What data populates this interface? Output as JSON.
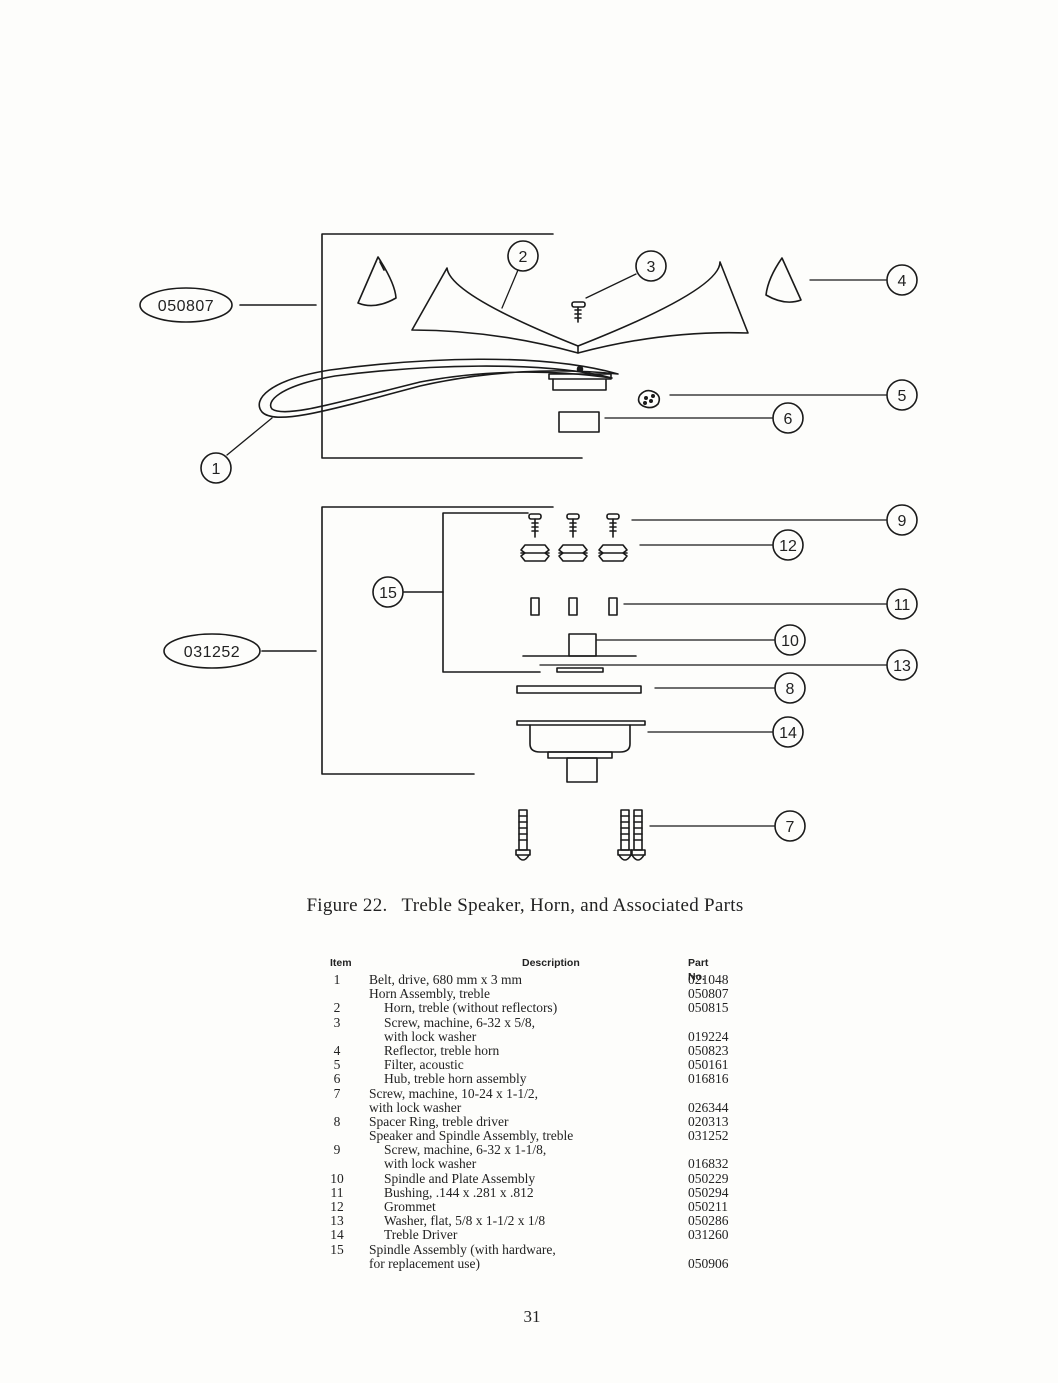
{
  "figure": {
    "number": "Figure 22.",
    "title": "Treble Speaker, Horn, and Associated Parts",
    "assembly_labels": [
      "050807",
      "031252"
    ],
    "callouts": [
      "1",
      "2",
      "3",
      "4",
      "5",
      "6",
      "7",
      "8",
      "9",
      "10",
      "11",
      "12",
      "13",
      "14",
      "15"
    ]
  },
  "table": {
    "headers": {
      "item": "Item",
      "description": "Description",
      "part_no": "Part No."
    },
    "rows": [
      {
        "item": "1",
        "description": "Belt, drive, 680 mm x 3 mm",
        "part_no": "021048",
        "indent": false
      },
      {
        "item": "",
        "description": "Horn Assembly, treble",
        "part_no": "050807",
        "indent": false
      },
      {
        "item": "2",
        "description": "Horn, treble (without reflectors)",
        "part_no": "050815",
        "indent": true
      },
      {
        "item": "3",
        "description": "Screw, machine, 6-32 x 5/8,",
        "part_no": "",
        "indent": true
      },
      {
        "item": "",
        "description": "with lock washer",
        "part_no": "019224",
        "indent": true
      },
      {
        "item": "4",
        "description": "Reflector, treble horn",
        "part_no": "050823",
        "indent": true
      },
      {
        "item": "5",
        "description": "Filter, acoustic",
        "part_no": "050161",
        "indent": true
      },
      {
        "item": "6",
        "description": "Hub, treble horn assembly",
        "part_no": "016816",
        "indent": true
      },
      {
        "item": "7",
        "description": "Screw, machine, 10-24 x 1-1/2,",
        "part_no": "",
        "indent": false
      },
      {
        "item": "",
        "description": "with lock washer",
        "part_no": "026344",
        "indent": false
      },
      {
        "item": "8",
        "description": "Spacer Ring, treble driver",
        "part_no": "020313",
        "indent": false
      },
      {
        "item": "",
        "description": "Speaker and Spindle Assembly, treble",
        "part_no": "031252",
        "indent": false
      },
      {
        "item": "9",
        "description": "Screw, machine, 6-32 x 1-1/8,",
        "part_no": "",
        "indent": true
      },
      {
        "item": "",
        "description": "with lock washer",
        "part_no": "016832",
        "indent": true
      },
      {
        "item": "10",
        "description": "Spindle and Plate Assembly",
        "part_no": "050229",
        "indent": true
      },
      {
        "item": "11",
        "description": "Bushing, .144 x .281 x .812",
        "part_no": "050294",
        "indent": true
      },
      {
        "item": "12",
        "description": "Grommet",
        "part_no": "050211",
        "indent": true
      },
      {
        "item": "13",
        "description": "Washer, flat, 5/8 x 1-1/2 x 1/8",
        "part_no": "050286",
        "indent": true
      },
      {
        "item": "14",
        "description": "Treble Driver",
        "part_no": "031260",
        "indent": true
      },
      {
        "item": "15",
        "description": "Spindle Assembly (with hardware,",
        "part_no": "",
        "indent": false
      },
      {
        "item": "",
        "description": "for replacement use)",
        "part_no": "050906",
        "indent": false
      }
    ]
  },
  "page_number": "31"
}
